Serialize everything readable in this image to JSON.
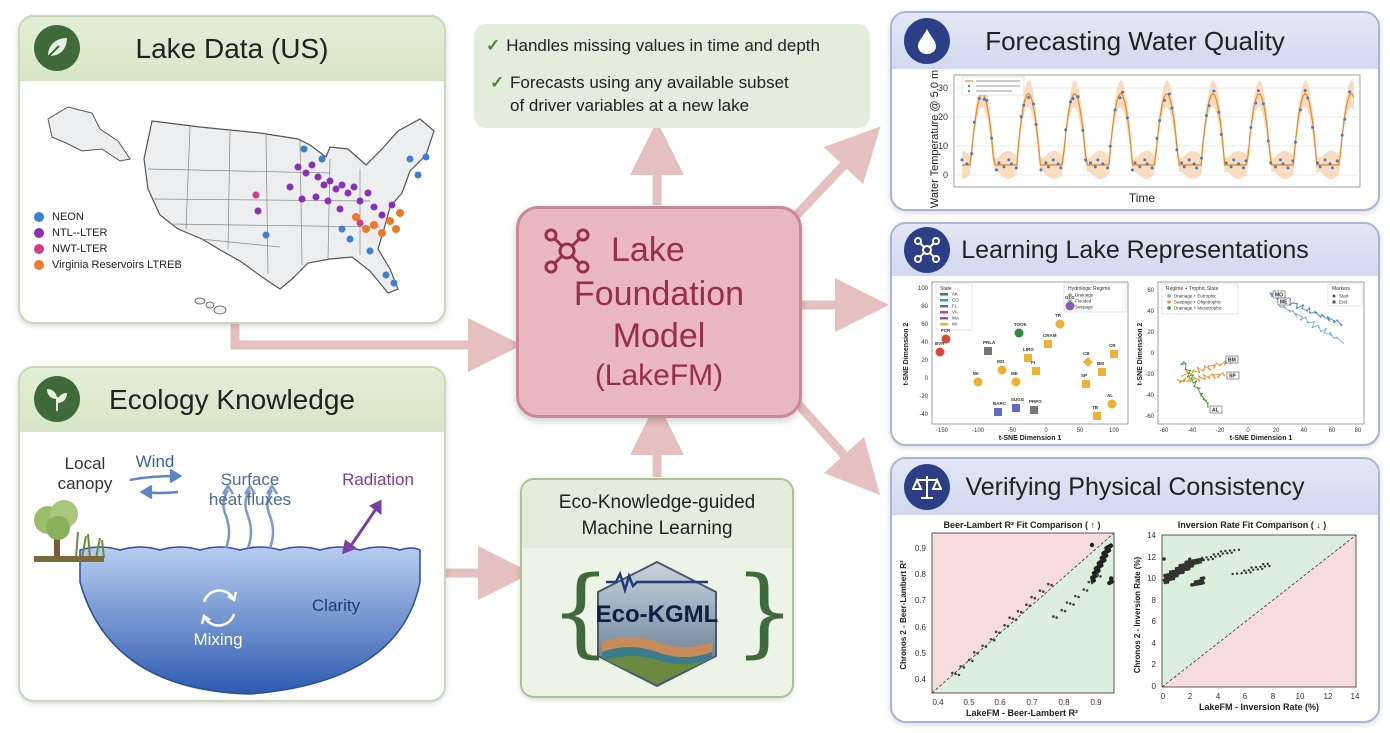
{
  "lake_data": {
    "title": "Lake Data (US)",
    "legend": [
      {
        "label": "NEON",
        "color": "#3d7fd0"
      },
      {
        "label": "NTL--LTER",
        "color": "#8a2fb8"
      },
      {
        "label": "NWT-LTER",
        "color": "#d23b8c"
      },
      {
        "label": "Virginia Reservoirs LTREB",
        "color": "#ec7a2a"
      }
    ]
  },
  "ecology": {
    "title": "Ecology Knowledge",
    "labels": {
      "canopy": "Local canopy",
      "wind": "Wind",
      "heat": "Surface heat fluxes",
      "radiation": "Radiation",
      "clarity": "Clarity",
      "mixing": "Mixing"
    }
  },
  "features": {
    "item1": "Handles missing values in time and depth",
    "item2_line1": "Forecasts using any available subset",
    "item2_line2": "of driver variables at a new lake"
  },
  "center": {
    "line1": "Lake",
    "line2": "Foundation",
    "line3": "Model",
    "line4": "(LakeFM)"
  },
  "kgml": {
    "line1": "Eco-Knowledge-guided",
    "line2": "Machine Learning",
    "logo": "Eco-KGML"
  },
  "forecast": {
    "title": "Forecasting Water Quality",
    "ylabel": "Water Temperature @ 5.0 m",
    "xlabel": "Time",
    "yticks": [
      "0",
      "10",
      "20",
      "30"
    ]
  },
  "representations": {
    "title": "Learning Lake Representations",
    "left": {
      "xlabel": "t-SNE Dimension 1",
      "ylabel": "t-SNE Dimension 2",
      "xticks": [
        "-150",
        "-100",
        "-50",
        "0",
        "50",
        "100"
      ],
      "yticks": [
        "100",
        "80",
        "60",
        "40",
        "20",
        "0",
        "-20",
        "-40"
      ],
      "lake_labels": [
        "FCR",
        "BVR",
        "PRLA",
        "TOOK",
        "GLG",
        "TR",
        "CRAM",
        "LIRO",
        "MO",
        "WI",
        "ME",
        "FI",
        "CB",
        "BM",
        "SP",
        "CR",
        "BARC",
        "SUGG",
        "PRPO",
        "TB",
        "AL"
      ],
      "legend_left_title": "State",
      "legend_left": [
        "AK",
        "CO",
        "FL",
        "VA",
        "WA",
        "WI"
      ],
      "legend_right_title": "Hydrologic Regime",
      "legend_right": [
        "Drainage",
        "Flooded",
        "Seepage"
      ]
    },
    "right": {
      "xlabel": "t-SNE Dimension 1",
      "ylabel": "t-SNE Dimension 2",
      "xticks": [
        "-60",
        "-40",
        "-20",
        "0",
        "20",
        "40",
        "60",
        "80"
      ],
      "yticks": [
        "60",
        "40",
        "20",
        "0",
        "-20",
        "-40",
        "-60"
      ],
      "legend_title": "Regime + Trophic State",
      "legend": [
        "Drainage + Eutrophic",
        "Seepage + Oligotrophic",
        "Drainage + Mesotrophic"
      ],
      "markers_title": "Markers",
      "markers": [
        "Start",
        "End"
      ],
      "labels": [
        "MO",
        "ME",
        "BM",
        "SP",
        "AL"
      ]
    }
  },
  "physical": {
    "title": "Verifying Physical Consistency",
    "left": {
      "title": "Beer-Lambert R² Fit Comparison ( ↑ )",
      "xlabel": "LakeFM - Beer-Lambert R²",
      "ylabel": "Chronos 2 - Beer-Lambert R²",
      "xticks": [
        "0.4",
        "0.5",
        "0.6",
        "0.7",
        "0.8",
        "0.9"
      ],
      "yticks": [
        "0.9",
        "0.8",
        "0.7",
        "0.6",
        "0.5",
        "0.4"
      ]
    },
    "right": {
      "title": "Inversion Rate Fit Comparison ( ↓ )",
      "xlabel": "LakeFM - Inversion Rate (%)",
      "ylabel": "Chronos 2 - Inversion Rate (%)",
      "xticks": [
        "0",
        "2",
        "4",
        "6",
        "8",
        "10",
        "12",
        "14"
      ],
      "yticks": [
        "14",
        "12",
        "10",
        "8",
        "6",
        "4",
        "2",
        "0"
      ]
    }
  },
  "colors": {
    "arrow": "#e6bfbf",
    "center_fill": "#eab8c0",
    "center_text": "#9a2e45",
    "green_accent": "#3f6b3a",
    "blue_accent": "#2c3f86",
    "line_orange": "#f08a24"
  }
}
